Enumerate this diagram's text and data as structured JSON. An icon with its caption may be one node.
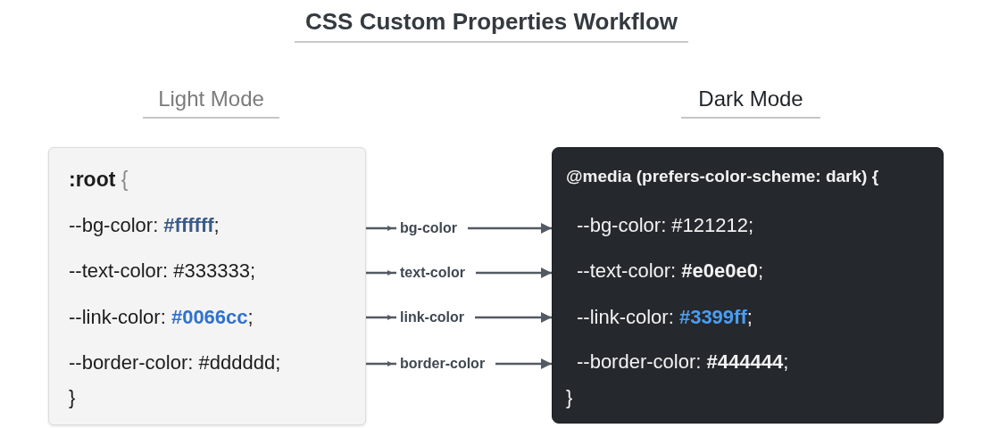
{
  "diagram": {
    "title": "CSS Custom Properties Workflow",
    "nodes": [
      {
        "text": [
          "Light Mode",
          "**:root** {",
          "--bg-color: **#ffffff**;",
          "--text-color: #333333;",
          "--link-color: **#0066cc**;",
          "--border-color: #dddddd;",
          "}"
        ]
      },
      {
        "text": [
          "Dark Mode",
          "@media (prefers-color-scheme: dark) {",
          "--bg-color: #121212;",
          "--text-color: **#e0e0e0**;",
          "--link-color: **#3399ff**;",
          "--border-color: **#444444**;",
          "}"
        ]
      }
    ],
    "edges": [
      {
        "from": 0,
        "to": 1,
        "arrow": "to",
        "label": "bg-color"
      },
      {
        "from": 0,
        "to": 1,
        "arrow": "to",
        "label": "text-color"
      },
      {
        "from": 0,
        "to": 1,
        "arrow": "to",
        "label": "link-color"
      },
      {
        "from": 0,
        "to": 1,
        "arrow": "to",
        "label": "border-color"
      }
    ]
  }
}
